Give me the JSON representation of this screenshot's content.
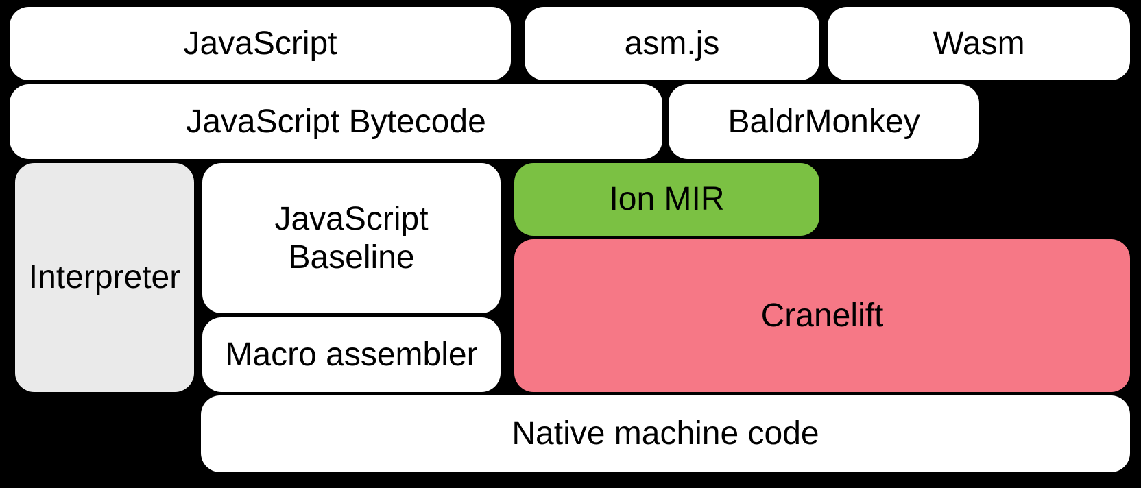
{
  "canvas": {
    "background": "#000000"
  },
  "colors": {
    "box_white": "#ffffff",
    "box_gray": "#eaeaea",
    "box_green": "#7bc143",
    "box_pink": "#f67886",
    "text": "#000000"
  },
  "boxes": {
    "javascript": {
      "label": "JavaScript"
    },
    "asmjs": {
      "label": "asm.js"
    },
    "wasm": {
      "label": "Wasm"
    },
    "bytecode": {
      "label": "JavaScript Bytecode"
    },
    "baldrmonkey": {
      "label": "BaldrMonkey"
    },
    "interpreter": {
      "label": "Interpreter"
    },
    "baseline": {
      "label_line1": "JavaScript",
      "label_line2": "Baseline"
    },
    "ionmir": {
      "label": "Ion MIR"
    },
    "cranelift": {
      "label": "Cranelift"
    },
    "macroassembler": {
      "label": "Macro assembler"
    },
    "native": {
      "label": "Native machine code"
    }
  }
}
